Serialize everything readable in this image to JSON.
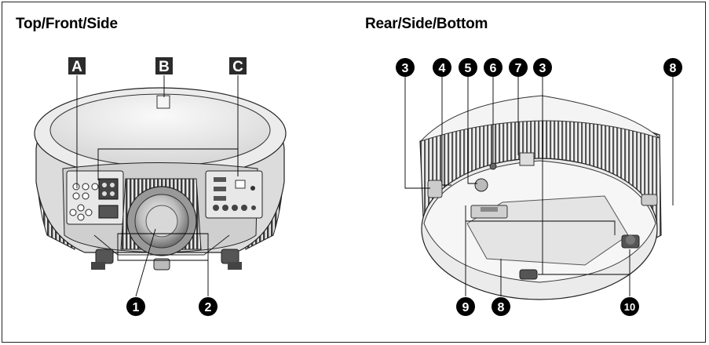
{
  "sections": {
    "left_title": "Top/Front/Side",
    "right_title": "Rear/Side/Bottom"
  },
  "letter_callouts": [
    {
      "id": "A",
      "label": "A"
    },
    {
      "id": "B",
      "label": "B"
    },
    {
      "id": "C",
      "label": "C"
    }
  ],
  "number_callouts": [
    {
      "id": "c1",
      "label": "1"
    },
    {
      "id": "c2",
      "label": "2"
    },
    {
      "id": "c3a",
      "label": "3"
    },
    {
      "id": "c4",
      "label": "4"
    },
    {
      "id": "c5",
      "label": "5"
    },
    {
      "id": "c6",
      "label": "6"
    },
    {
      "id": "c7",
      "label": "7"
    },
    {
      "id": "c3b",
      "label": "3"
    },
    {
      "id": "c8a",
      "label": "8"
    },
    {
      "id": "c9",
      "label": "9"
    },
    {
      "id": "c8b",
      "label": "8"
    },
    {
      "id": "c10",
      "label": "10"
    }
  ],
  "colors": {
    "callout_fill": "#000000",
    "callout_text": "#ffffff",
    "letter_fill": "#2b2b2b",
    "body_gray": "#d9d9d9",
    "fin_dark": "#3a3a3a"
  }
}
